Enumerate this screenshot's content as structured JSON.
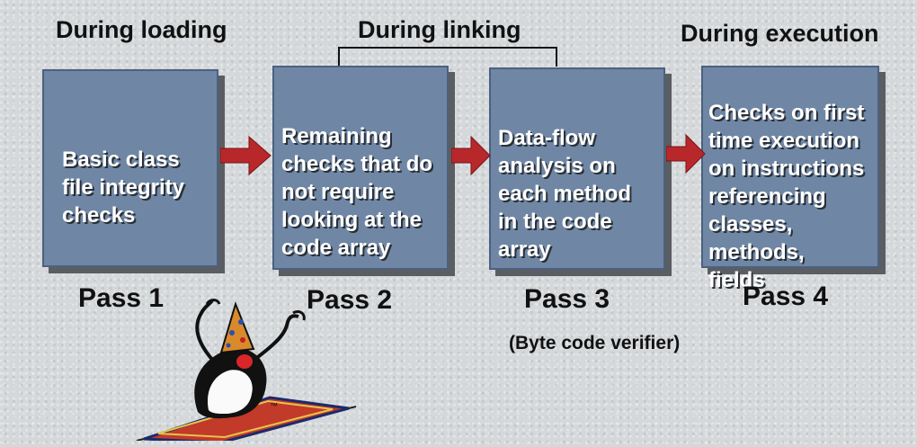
{
  "headings": {
    "loading": "During loading",
    "linking": "During linking",
    "execution": "During execution"
  },
  "boxes": [
    {
      "text": "Basic class\nfile integrity\nchecks",
      "pass": "Pass 1"
    },
    {
      "text": "Remaining\nchecks that do\nnot require\nlooking at the\ncode array",
      "pass": "Pass 2"
    },
    {
      "text": "Data-flow\nanalysis on\neach method\nin the code\narray",
      "pass": "Pass 3"
    },
    {
      "text": "Checks on first\ntime execution\non instructions\nreferencing\nclasses,\nmethods,\nfields",
      "pass": "Pass 4"
    }
  ],
  "pass3_note": "(Byte code verifier)",
  "colors": {
    "box_fill": "#6f87a5",
    "box_shadow": "#5a5d62",
    "arrow": "#b8282a",
    "background": "#d5d8da"
  },
  "icons": [
    "arrow-right-icon",
    "java-duke-mascot-icon"
  ]
}
